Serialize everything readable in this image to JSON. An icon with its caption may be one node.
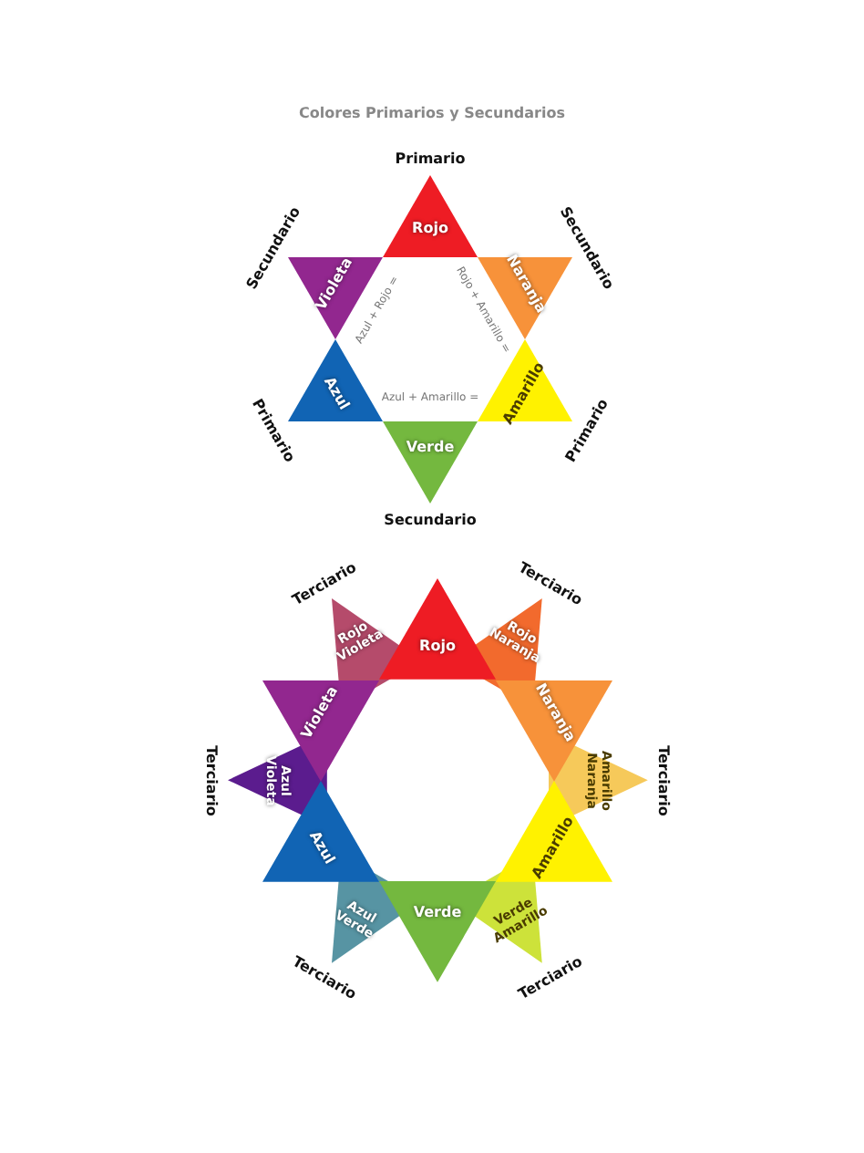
{
  "diagram": {
    "title": "Colores Primarios y Secundarios",
    "nodes": [
      {
        "text": [
          "Rojo"
        ],
        "beside": [
          "Primario"
        ]
      },
      {
        "text": [
          "Naranja"
        ],
        "beside": [
          "Secundario"
        ]
      },
      {
        "text": [
          "Amarillo"
        ],
        "beside": [
          "Primario"
        ]
      },
      {
        "text": [
          "Verde"
        ],
        "beside": [
          "Secundario"
        ]
      },
      {
        "text": [
          "Azul"
        ],
        "beside": [
          "Primario"
        ]
      },
      {
        "text": [
          "Violeta"
        ],
        "beside": [
          "Secundario"
        ]
      },
      {
        "text": [
          "Rojo"
        ]
      },
      {
        "text": [
          "Rojo Naranja"
        ],
        "beside": [
          "Terciario"
        ]
      },
      {
        "text": [
          "Naranja"
        ]
      },
      {
        "text": [
          "Amarillo Naranja"
        ],
        "beside": [
          "Terciario"
        ]
      },
      {
        "text": [
          "Amarillo"
        ]
      },
      {
        "text": [
          "Verde Amarillo"
        ],
        "beside": [
          "Terciario"
        ]
      },
      {
        "text": [
          "Verde"
        ]
      },
      {
        "text": [
          "Azul Verde"
        ],
        "beside": [
          "Terciario"
        ]
      },
      {
        "text": [
          "Azul"
        ]
      },
      {
        "text": [
          "Azul Violeta"
        ],
        "beside": [
          "Terciario"
        ]
      },
      {
        "text": [
          "Violeta"
        ]
      },
      {
        "text": [
          "Rojo Violeta"
        ],
        "beside": [
          "Terciario"
        ]
      }
    ],
    "labels": [
      "Azul + Rojo =",
      "Rojo + Amarillo =",
      "Azul + Amarillo ="
    ]
  }
}
